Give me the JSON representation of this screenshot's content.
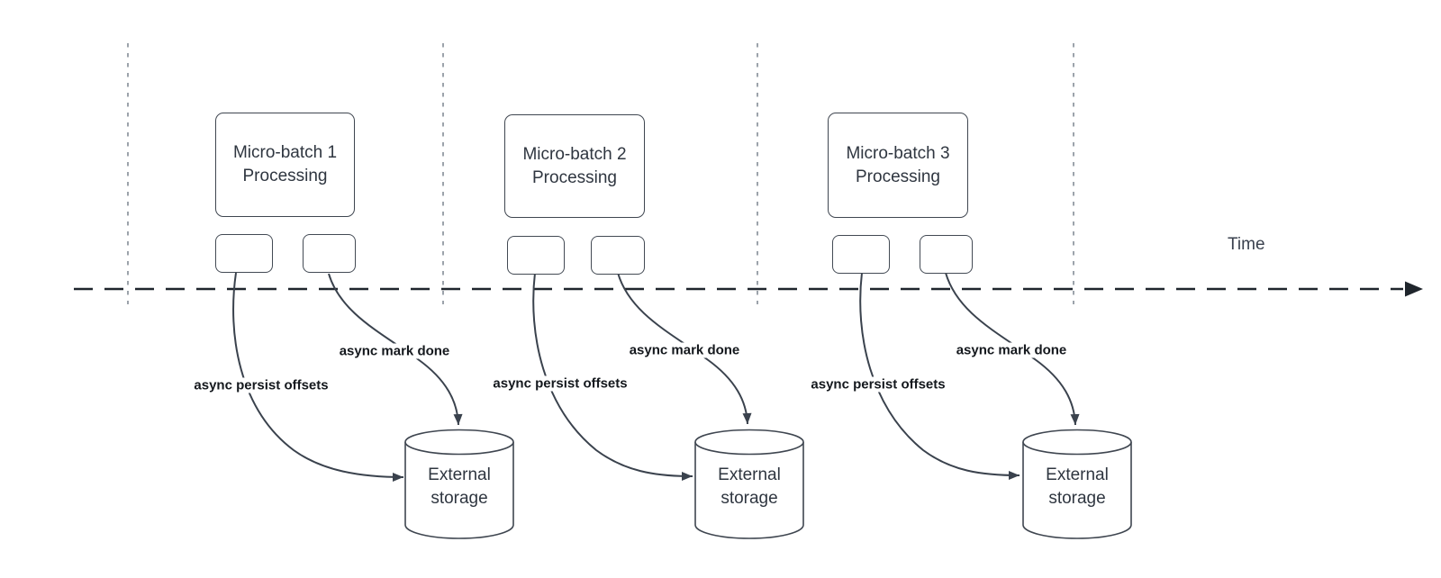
{
  "diagram": {
    "time_axis_label": "Time",
    "groups": [
      {
        "box_label": "Micro-batch 1 Processing",
        "persist_offsets_label": "async persist offsets",
        "mark_done_label": "async mark done",
        "storage_label": "External storage"
      },
      {
        "box_label": "Micro-batch 2 Processing",
        "persist_offsets_label": "async persist offsets",
        "mark_done_label": "async mark done",
        "storage_label": "External storage"
      },
      {
        "box_label": "Micro-batch 3 Processing",
        "persist_offsets_label": "async persist offsets",
        "mark_done_label": "async mark done",
        "storage_label": "External storage"
      }
    ],
    "colors": {
      "background": "#ffffff",
      "connector_stroke": "#3a424d",
      "timeline_stroke": "#1f252c",
      "lane_divider_stroke": "#9ca3ab",
      "shape_border": "#3f4650",
      "shape_text": "#2f3640",
      "bold_label_text": "#14181d"
    }
  }
}
